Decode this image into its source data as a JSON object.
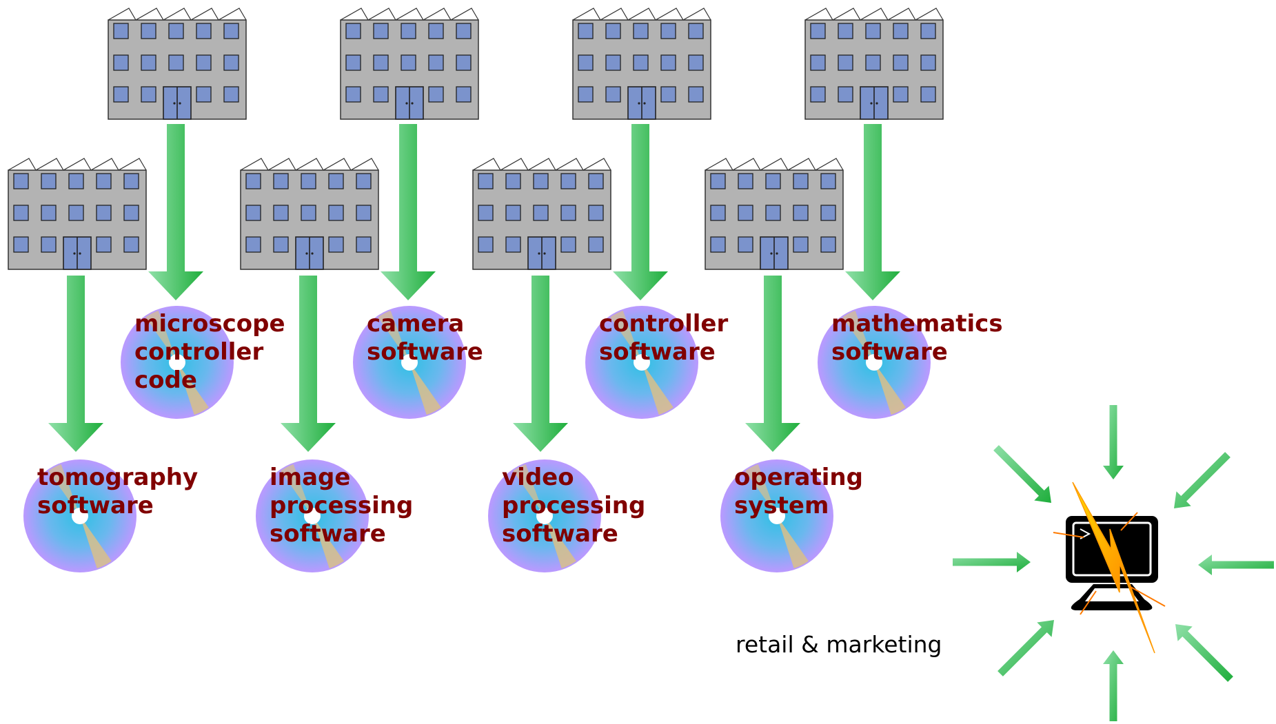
{
  "colors": {
    "building_wall": "#b3b3b3",
    "window": "#7b93cc",
    "arrow_light": "#8fe0a8",
    "arrow_dark": "#1fae3c",
    "disc_edge": "#bb99ff",
    "disc_center": "#44c2e8",
    "label": "#800000",
    "monitor": "#000000",
    "bolt": "#ff8800"
  },
  "diagram": {
    "caption": "retail & marketing",
    "pipelines": [
      {
        "id": "microscope",
        "lines": [
          "microscope",
          "controller",
          "code"
        ]
      },
      {
        "id": "camera",
        "lines": [
          "camera",
          "software"
        ]
      },
      {
        "id": "controller",
        "lines": [
          "controller",
          "software"
        ]
      },
      {
        "id": "mathematics",
        "lines": [
          "mathematics",
          "software"
        ]
      },
      {
        "id": "tomography",
        "lines": [
          "tomography",
          "software"
        ]
      },
      {
        "id": "image-processing",
        "lines": [
          "image",
          "processing",
          "software"
        ]
      },
      {
        "id": "video-processing",
        "lines": [
          "video",
          "processing",
          "software"
        ]
      },
      {
        "id": "operating-system",
        "lines": [
          "operating",
          "system"
        ]
      }
    ]
  }
}
